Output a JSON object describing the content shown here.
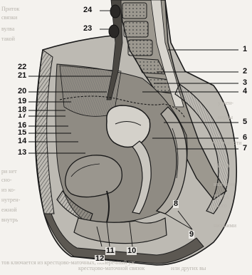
{
  "figure": {
    "labels": [
      "1",
      "2",
      "3",
      "4",
      "5",
      "6",
      "7",
      "8",
      "9",
      "10",
      "11",
      "12",
      "13",
      "14",
      "15",
      "16",
      "17",
      "18",
      "19",
      "20",
      "21",
      "22",
      "23",
      "24"
    ],
    "bleed_text": [
      "Приток",
      "связки",
      "вулва",
      "такой",
      "ГИНА",
      "аного",
      "ишечник",
      "нервы",
      "у жен-",
      "ПИНА",
      "ри нет",
      "сно-",
      "из ко-",
      "нутрен-",
      "ежной",
      "внутрь",
      "тов ключается из крестцово-маточных, поперечный уж",
      "нижними",
      "поверхности",
      "крестцово-маточной связок",
      "или других вы"
    ]
  }
}
